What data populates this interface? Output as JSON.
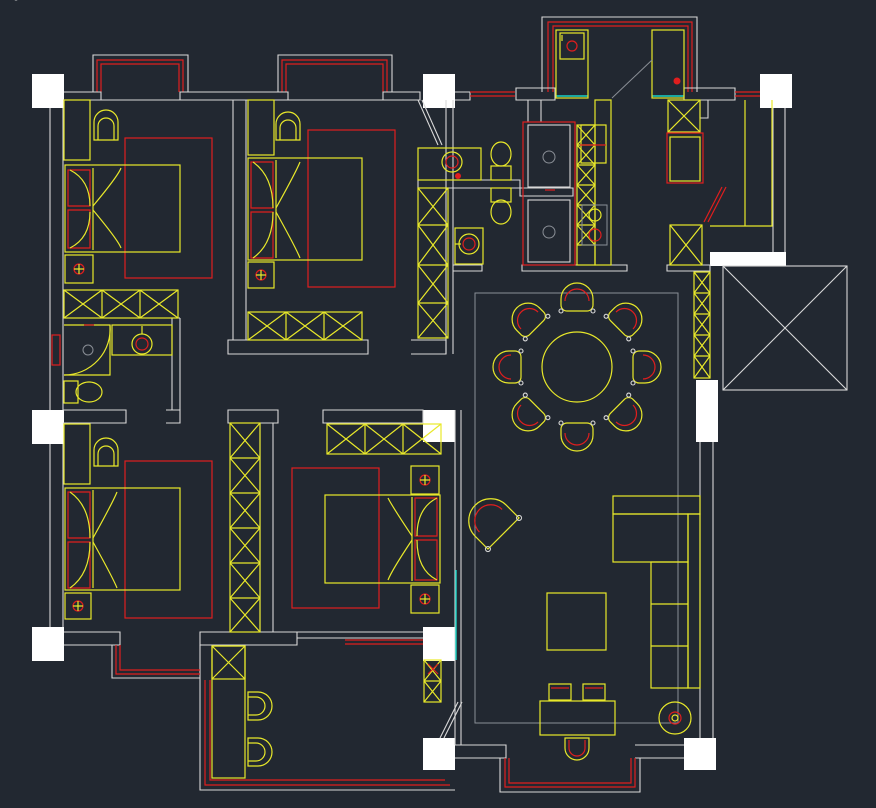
{
  "drawing": {
    "type": "architectural-floor-plan",
    "style": "cad-dark",
    "colors": {
      "background": "#222831",
      "walls": "#d8d8d8",
      "columns": "#ffffff",
      "furniture": "#e8e82a",
      "accents": "#e01e1e",
      "glass": "#19d3c5",
      "outline": "#8a8f96"
    },
    "rooms": [
      {
        "name": "bedroom-top-left",
        "furniture": [
          "double-bed",
          "wardrobe",
          "nightstand",
          "chair"
        ]
      },
      {
        "name": "bedroom-top-middle",
        "furniture": [
          "double-bed",
          "wardrobe",
          "nightstand",
          "chair"
        ]
      },
      {
        "name": "bedroom-bottom-left",
        "furniture": [
          "double-bed",
          "nightstand",
          "chair"
        ]
      },
      {
        "name": "master-bedroom",
        "furniture": [
          "double-bed",
          "wardrobe",
          "nightstands"
        ]
      },
      {
        "name": "bathroom-left",
        "furniture": [
          "toilet",
          "basin",
          "shower",
          "cabinet"
        ]
      },
      {
        "name": "bathroom-center",
        "furniture": [
          "toilets",
          "basins",
          "storage"
        ]
      },
      {
        "name": "kitchen",
        "furniture": [
          "sink",
          "stove",
          "counters"
        ]
      },
      {
        "name": "living-dining",
        "furniture": [
          "round-dining-table",
          "8-chairs",
          "sofa",
          "coffee-table",
          "armchair",
          "desk",
          "plant"
        ]
      },
      {
        "name": "balcony-bottom",
        "furniture": [
          "lounge-chairs",
          "storage"
        ]
      },
      {
        "name": "elevator-shaft",
        "furniture": []
      }
    ]
  }
}
